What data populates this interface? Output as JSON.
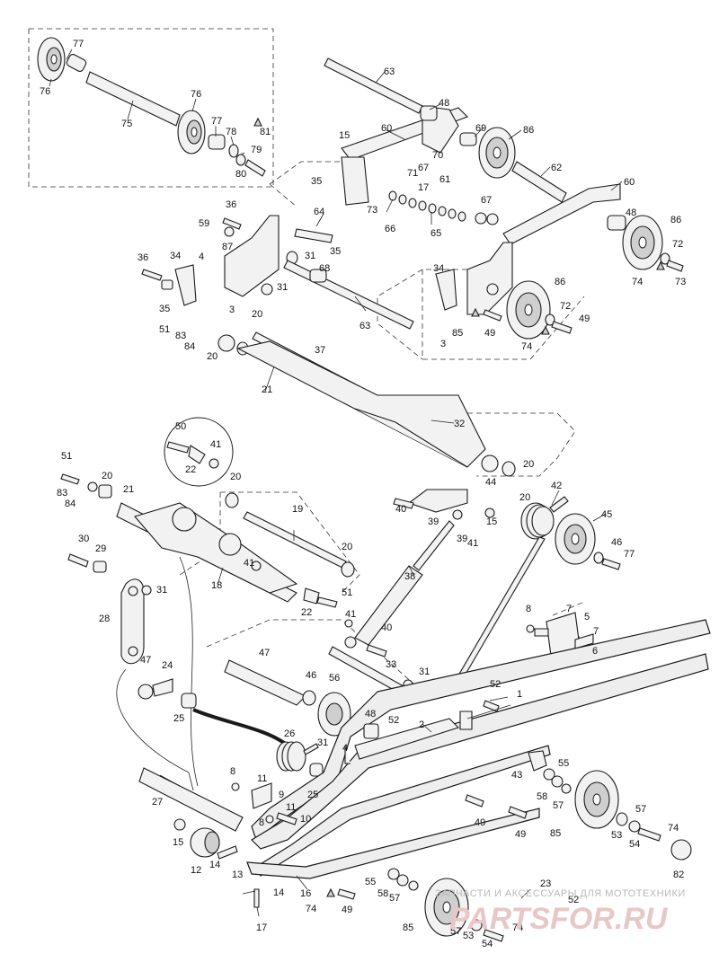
{
  "diagram": {
    "callouts": [
      {
        "id": "c1",
        "text": "77"
      },
      {
        "id": "c2",
        "text": "76"
      },
      {
        "id": "c3",
        "text": "75"
      },
      {
        "id": "c4",
        "text": "76"
      },
      {
        "id": "c5",
        "text": "77"
      },
      {
        "id": "c6",
        "text": "78"
      },
      {
        "id": "c7",
        "text": "81"
      },
      {
        "id": "c8",
        "text": "79"
      },
      {
        "id": "c9",
        "text": "80"
      },
      {
        "id": "c10",
        "text": "63"
      },
      {
        "id": "c11",
        "text": "48"
      },
      {
        "id": "c12",
        "text": "60"
      },
      {
        "id": "c13",
        "text": "69"
      },
      {
        "id": "c14",
        "text": "86"
      },
      {
        "id": "c15",
        "text": "15"
      },
      {
        "id": "c16",
        "text": "67"
      },
      {
        "id": "c17",
        "text": "70"
      },
      {
        "id": "c18",
        "text": "71"
      },
      {
        "id": "c19",
        "text": "62"
      },
      {
        "id": "c20",
        "text": "35"
      },
      {
        "id": "c21",
        "text": "17"
      },
      {
        "id": "c22",
        "text": "61"
      },
      {
        "id": "c23",
        "text": "60"
      },
      {
        "id": "c24",
        "text": "73"
      },
      {
        "id": "c25",
        "text": "67"
      },
      {
        "id": "c26",
        "text": "36"
      },
      {
        "id": "c27",
        "text": "64"
      },
      {
        "id": "c28",
        "text": "66"
      },
      {
        "id": "c29",
        "text": "65"
      },
      {
        "id": "c30",
        "text": "48"
      },
      {
        "id": "c31",
        "text": "86"
      },
      {
        "id": "c32",
        "text": "59"
      },
      {
        "id": "c33",
        "text": "87"
      },
      {
        "id": "c34",
        "text": "35"
      },
      {
        "id": "c35",
        "text": "72"
      },
      {
        "id": "c36",
        "text": "36"
      },
      {
        "id": "c37",
        "text": "34"
      },
      {
        "id": "c38",
        "text": "4"
      },
      {
        "id": "c39",
        "text": "31"
      },
      {
        "id": "c40",
        "text": "68"
      },
      {
        "id": "c41",
        "text": "74"
      },
      {
        "id": "c42",
        "text": "73"
      },
      {
        "id": "c43",
        "text": "34"
      },
      {
        "id": "c44",
        "text": "86"
      },
      {
        "id": "c45",
        "text": "31"
      },
      {
        "id": "c46",
        "text": "35"
      },
      {
        "id": "c47",
        "text": "3"
      },
      {
        "id": "c48",
        "text": "20"
      },
      {
        "id": "c49",
        "text": "63"
      },
      {
        "id": "c50",
        "text": "72"
      },
      {
        "id": "c51",
        "text": "49"
      },
      {
        "id": "c52",
        "text": "51"
      },
      {
        "id": "c53",
        "text": "83"
      },
      {
        "id": "c54",
        "text": "84"
      },
      {
        "id": "c55",
        "text": "3"
      },
      {
        "id": "c56",
        "text": "85"
      },
      {
        "id": "c57",
        "text": "49"
      },
      {
        "id": "c58",
        "text": "74"
      },
      {
        "id": "c59",
        "text": "37"
      },
      {
        "id": "c60",
        "text": "20"
      },
      {
        "id": "c61",
        "text": "21"
      },
      {
        "id": "c62",
        "text": "32"
      },
      {
        "id": "c63",
        "text": "50"
      },
      {
        "id": "c64",
        "text": "41"
      },
      {
        "id": "c65",
        "text": "22"
      },
      {
        "id": "c66",
        "text": "51"
      },
      {
        "id": "c67",
        "text": "20"
      },
      {
        "id": "c68",
        "text": "20"
      },
      {
        "id": "c69",
        "text": "83"
      },
      {
        "id": "c70",
        "text": "84"
      },
      {
        "id": "c71",
        "text": "20"
      },
      {
        "id": "c72",
        "text": "21"
      },
      {
        "id": "c73",
        "text": "44"
      },
      {
        "id": "c74",
        "text": "42"
      },
      {
        "id": "c75",
        "text": "19"
      },
      {
        "id": "c76",
        "text": "40"
      },
      {
        "id": "c77",
        "text": "20"
      },
      {
        "id": "c78",
        "text": "15"
      },
      {
        "id": "c79",
        "text": "45"
      },
      {
        "id": "c80",
        "text": "39"
      },
      {
        "id": "c81",
        "text": "39"
      },
      {
        "id": "c82",
        "text": "41"
      },
      {
        "id": "c83",
        "text": "46"
      },
      {
        "id": "c84",
        "text": "77"
      },
      {
        "id": "c85",
        "text": "30"
      },
      {
        "id": "c86",
        "text": "29"
      },
      {
        "id": "c87",
        "text": "20"
      },
      {
        "id": "c88",
        "text": "41"
      },
      {
        "id": "c89",
        "text": "31"
      },
      {
        "id": "c90",
        "text": "18"
      },
      {
        "id": "c91",
        "text": "38"
      },
      {
        "id": "c92",
        "text": "28"
      },
      {
        "id": "c93",
        "text": "22"
      },
      {
        "id": "c94",
        "text": "51"
      },
      {
        "id": "c95",
        "text": "8"
      },
      {
        "id": "c96",
        "text": "7"
      },
      {
        "id": "c97",
        "text": "5"
      },
      {
        "id": "c98",
        "text": "41"
      },
      {
        "id": "c99",
        "text": "40"
      },
      {
        "id": "c100",
        "text": "7"
      },
      {
        "id": "c101",
        "text": "6"
      },
      {
        "id": "c102",
        "text": "47"
      },
      {
        "id": "c103",
        "text": "33"
      },
      {
        "id": "c104",
        "text": "47"
      },
      {
        "id": "c105",
        "text": "24"
      },
      {
        "id": "c106",
        "text": "46"
      },
      {
        "id": "c107",
        "text": "56"
      },
      {
        "id": "c108",
        "text": "31"
      },
      {
        "id": "c109",
        "text": "52"
      },
      {
        "id": "c110",
        "text": "1"
      },
      {
        "id": "c111",
        "text": "25"
      },
      {
        "id": "c112",
        "text": "48"
      },
      {
        "id": "c113",
        "text": "52"
      },
      {
        "id": "c114",
        "text": "2"
      },
      {
        "id": "c115",
        "text": "26"
      },
      {
        "id": "c116",
        "text": "31"
      },
      {
        "id": "c117",
        "text": "4"
      },
      {
        "id": "c118",
        "text": "55"
      },
      {
        "id": "c119",
        "text": "43"
      },
      {
        "id": "c120",
        "text": "8"
      },
      {
        "id": "c121",
        "text": "11"
      },
      {
        "id": "c122",
        "text": "25"
      },
      {
        "id": "c123",
        "text": "58"
      },
      {
        "id": "c124",
        "text": "57"
      },
      {
        "id": "c125",
        "text": "27"
      },
      {
        "id": "c126",
        "text": "9"
      },
      {
        "id": "c127",
        "text": "11"
      },
      {
        "id": "c128",
        "text": "8"
      },
      {
        "id": "c129",
        "text": "10"
      },
      {
        "id": "c130",
        "text": "49"
      },
      {
        "id": "c131",
        "text": "49"
      },
      {
        "id": "c132",
        "text": "57"
      },
      {
        "id": "c133",
        "text": "74"
      },
      {
        "id": "c134",
        "text": "85"
      },
      {
        "id": "c135",
        "text": "53"
      },
      {
        "id": "c136",
        "text": "54"
      },
      {
        "id": "c137",
        "text": "15"
      },
      {
        "id": "c138",
        "text": "12"
      },
      {
        "id": "c139",
        "text": "14"
      },
      {
        "id": "c140",
        "text": "13"
      },
      {
        "id": "c141",
        "text": "82"
      },
      {
        "id": "c142",
        "text": "55"
      },
      {
        "id": "c143",
        "text": "58"
      },
      {
        "id": "c144",
        "text": "57"
      },
      {
        "id": "c145",
        "text": "14"
      },
      {
        "id": "c146",
        "text": "16"
      },
      {
        "id": "c147",
        "text": "23"
      },
      {
        "id": "c148",
        "text": "52"
      },
      {
        "id": "c149",
        "text": "74"
      },
      {
        "id": "c150",
        "text": "49"
      },
      {
        "id": "c151",
        "text": "17"
      },
      {
        "id": "c152",
        "text": "85"
      },
      {
        "id": "c153",
        "text": "57"
      },
      {
        "id": "c154",
        "text": "53"
      },
      {
        "id": "c155",
        "text": "74"
      },
      {
        "id": "c156",
        "text": "54"
      }
    ]
  },
  "watermark": {
    "tagline": "ЗАПЧАСТИ И АКСЕССУАРЫ ДЛЯ МОТОТЕХНИКИ",
    "logo": "PARTSFOR.RU"
  }
}
